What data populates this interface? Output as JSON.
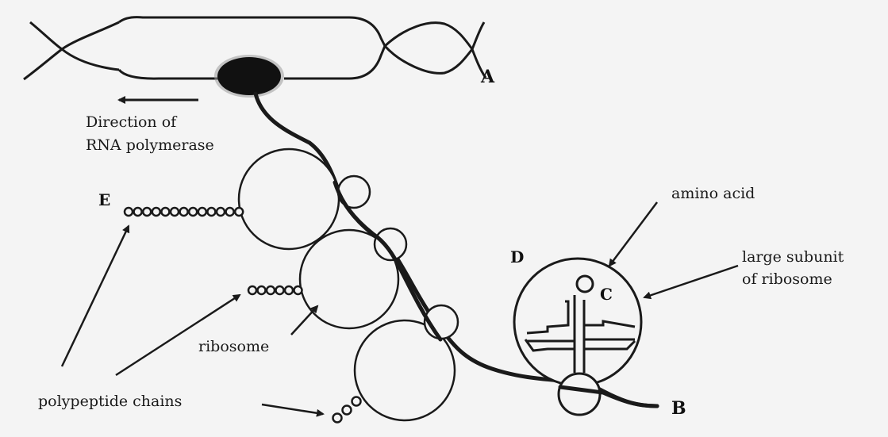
{
  "labels": {
    "a": "A",
    "b": "B",
    "c": "C",
    "d": "D",
    "e": "E",
    "direction_line1": "Direction of",
    "direction_line2": "RNA polymerase",
    "amino_acid": "amino acid",
    "large_subunit_line1": "large subunit",
    "large_subunit_line2": "of ribosome",
    "ribosome": "ribosome",
    "polypeptide_chains": "polypeptide chains"
  },
  "colors": {
    "ink": "#1a1a1a",
    "polymerase": "#111111",
    "polymerase_halo": "#9a9a9a",
    "background": "#f4f4f4"
  }
}
